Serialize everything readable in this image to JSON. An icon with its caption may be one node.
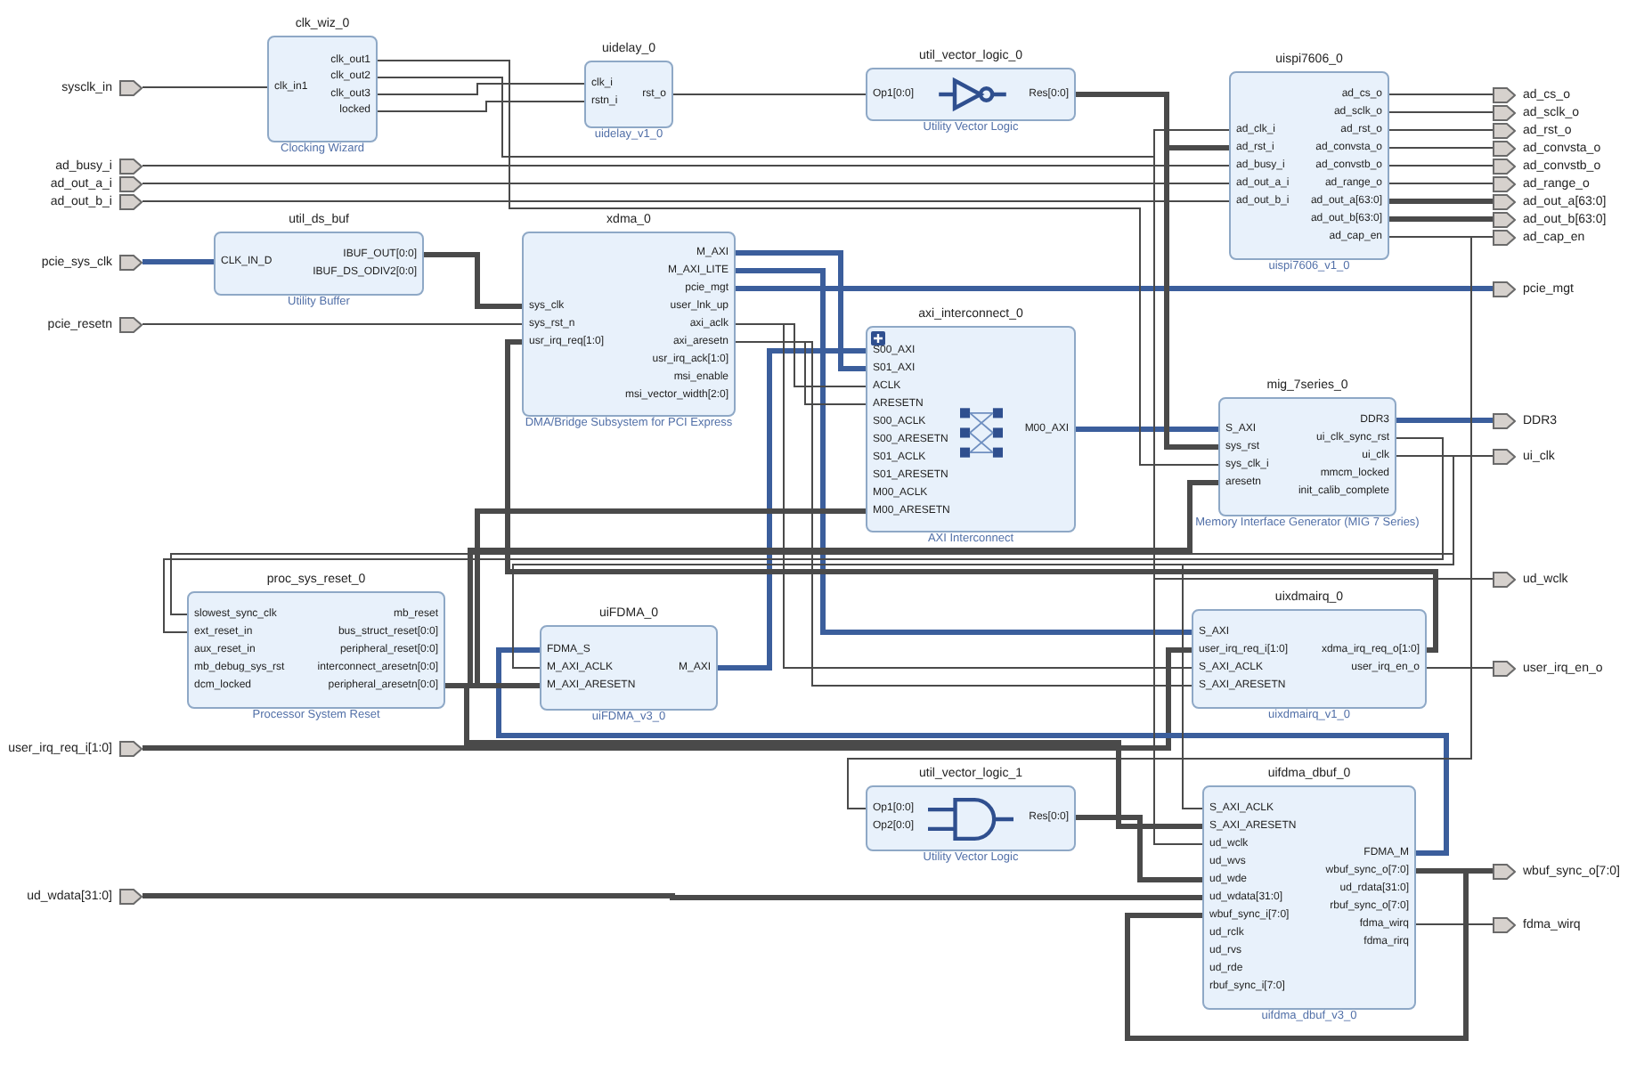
{
  "diagram": {
    "nodes": [
      {
        "text": [
          "clk_wiz_0",
          "clk_in1",
          "clk_out1",
          "clk_out2",
          "clk_out3",
          "locked"
        ],
        "beside": [
          "Clocking Wizard"
        ]
      },
      {
        "text": [
          "uidelay_0",
          "clk_i",
          "rstn_i",
          "rst_o"
        ],
        "beside": [
          "uidelay_v1_0"
        ]
      },
      {
        "text": [
          "util_vector_logic_0",
          "Op1[0:0]",
          "Res[0:0]"
        ],
        "beside": [
          "Utility Vector Logic"
        ]
      },
      {
        "text": [
          "uispi7606_0",
          "ad_clk_i",
          "ad_rst_i",
          "ad_busy_i",
          "ad_out_a_i",
          "ad_out_b_i",
          "ad_cs_o",
          "ad_sclk_o",
          "ad_rst_o",
          "ad_convsta_o",
          "ad_convstb_o",
          "ad_range_o",
          "ad_out_a[63:0]",
          "ad_out_b[63:0]",
          "ad_cap_en"
        ],
        "beside": [
          "uispi7606_v1_0"
        ]
      },
      {
        "text": [
          "util_ds_buf",
          "CLK_IN_D",
          "IBUF_OUT[0:0]",
          "IBUF_DS_ODIV2[0:0]"
        ],
        "beside": [
          "Utility Buffer"
        ]
      },
      {
        "text": [
          "xdma_0",
          "sys_clk",
          "sys_rst_n",
          "usr_irq_req[1:0]",
          "M_AXI",
          "M_AXI_LITE",
          "pcie_mgt",
          "user_lnk_up",
          "axi_aclk",
          "axi_aresetn",
          "usr_irq_ack[1:0]",
          "msi_enable",
          "msi_vector_width[2:0]"
        ],
        "beside": [
          "DMA/Bridge Subsystem for PCI Express"
        ]
      },
      {
        "text": [
          "axi_interconnect_0",
          "S00_AXI",
          "S01_AXI",
          "ACLK",
          "ARESETN",
          "S00_ACLK",
          "S00_ARESETN",
          "S01_ACLK",
          "S01_ARESETN",
          "M00_ACLK",
          "M00_ARESETN",
          "M00_AXI"
        ],
        "beside": [
          "AXI Interconnect"
        ]
      },
      {
        "text": [
          "mig_7series_0",
          "S_AXI",
          "sys_rst",
          "sys_clk_i",
          "aresetn",
          "DDR3",
          "ui_clk_sync_rst",
          "ui_clk",
          "mmcm_locked",
          "init_calib_complete"
        ],
        "beside": [
          "Memory Interface Generator (MIG 7 Series)"
        ]
      },
      {
        "text": [
          "proc_sys_reset_0",
          "slowest_sync_clk",
          "ext_reset_in",
          "aux_reset_in",
          "mb_debug_sys_rst",
          "dcm_locked",
          "mb_reset",
          "bus_struct_reset[0:0]",
          "peripheral_reset[0:0]",
          "interconnect_aresetn[0:0]",
          "peripheral_aresetn[0:0]"
        ],
        "beside": [
          "Processor System Reset"
        ]
      },
      {
        "text": [
          "uiFDMA_0",
          "FDMA_S",
          "M_AXI_ACLK",
          "M_AXI_ARESETN",
          "M_AXI"
        ],
        "beside": [
          "uiFDMA_v3_0"
        ]
      },
      {
        "text": [
          "uixdmairq_0",
          "S_AXI",
          "user_irq_req_i[1:0]",
          "S_AXI_ACLK",
          "S_AXI_ARESETN",
          "xdma_irq_req_o[1:0]",
          "user_irq_en_o"
        ],
        "beside": [
          "uixdmairq_v1_0"
        ]
      },
      {
        "text": [
          "util_vector_logic_1",
          "Op1[0:0]",
          "Op2[0:0]",
          "Res[0:0]"
        ],
        "beside": [
          "Utility Vector Logic"
        ]
      },
      {
        "text": [
          "uifdma_dbuf_0",
          "S_AXI_ACLK",
          "S_AXI_ARESETN",
          "ud_wclk",
          "ud_wvs",
          "ud_wde",
          "ud_wdata[31:0]",
          "wbuf_sync_i[7:0]",
          "ud_rclk",
          "ud_rvs",
          "ud_rde",
          "rbuf_sync_i[7:0]",
          "FDMA_M",
          "wbuf_sync_o[7:0]",
          "ud_rdata[31:0]",
          "rbuf_sync_o[7:0]",
          "fdma_wirq",
          "fdma_rirq"
        ],
        "beside": [
          "uifdma_dbuf_v3_0"
        ]
      },
      {
        "text": [
          "sysclk_in"
        ]
      },
      {
        "text": [
          "ad_busy_i"
        ]
      },
      {
        "text": [
          "ad_out_a_i"
        ]
      },
      {
        "text": [
          "ad_out_b_i"
        ]
      },
      {
        "text": [
          "pcie_sys_clk"
        ]
      },
      {
        "text": [
          "pcie_resetn"
        ]
      },
      {
        "text": [
          "user_irq_req_i[1:0]"
        ]
      },
      {
        "text": [
          "ud_wdata[31:0]"
        ]
      },
      {
        "text": [
          "ad_cs_o"
        ]
      },
      {
        "text": [
          "ad_sclk_o"
        ]
      },
      {
        "text": [
          "ad_rst_o"
        ]
      },
      {
        "text": [
          "ad_convsta_o"
        ]
      },
      {
        "text": [
          "ad_convstb_o"
        ]
      },
      {
        "text": [
          "ad_range_o"
        ]
      },
      {
        "text": [
          "ad_out_a[63:0]"
        ]
      },
      {
        "text": [
          "ad_out_b[63:0]"
        ]
      },
      {
        "text": [
          "ad_cap_en"
        ]
      },
      {
        "text": [
          "pcie_mgt"
        ]
      },
      {
        "text": [
          "DDR3"
        ]
      },
      {
        "text": [
          "ui_clk"
        ]
      },
      {
        "text": [
          "ud_wclk"
        ]
      },
      {
        "text": [
          "user_irq_en_o"
        ]
      },
      {
        "text": [
          "wbuf_sync_o[7:0]"
        ]
      },
      {
        "text": [
          "fdma_wirq"
        ]
      }
    ],
    "edges": [
      {
        "from": 13,
        "to": 0,
        "arrow": "none"
      },
      {
        "from": 0,
        "to": 1,
        "arrow": "none"
      },
      {
        "from": 0,
        "to": 1,
        "arrow": "none"
      },
      {
        "from": 1,
        "to": 2,
        "arrow": "none"
      },
      {
        "from": 2,
        "to": 3,
        "arrow": "none",
        "style": "thick"
      },
      {
        "from": 0,
        "to": 3,
        "arrow": "none"
      },
      {
        "from": 14,
        "to": 3,
        "arrow": "none"
      },
      {
        "from": 15,
        "to": 3,
        "arrow": "none"
      },
      {
        "from": 16,
        "to": 3,
        "arrow": "none"
      },
      {
        "from": 3,
        "to": 21,
        "arrow": "none"
      },
      {
        "from": 3,
        "to": 22,
        "arrow": "none"
      },
      {
        "from": 3,
        "to": 23,
        "arrow": "none"
      },
      {
        "from": 3,
        "to": 24,
        "arrow": "none"
      },
      {
        "from": 3,
        "to": 25,
        "arrow": "none"
      },
      {
        "from": 3,
        "to": 26,
        "arrow": "none"
      },
      {
        "from": 3,
        "to": 27,
        "arrow": "none",
        "style": "thick"
      },
      {
        "from": 3,
        "to": 28,
        "arrow": "none",
        "style": "thick"
      },
      {
        "from": 3,
        "to": 29,
        "arrow": "none"
      },
      {
        "from": 17,
        "to": 4,
        "arrow": "none",
        "style": "thick",
        "color": "#3b5e9c"
      },
      {
        "from": 4,
        "to": 5,
        "arrow": "none",
        "style": "thick"
      },
      {
        "from": 18,
        "to": 5,
        "arrow": "none"
      },
      {
        "from": 5,
        "to": 6,
        "arrow": "none",
        "style": "thick",
        "color": "#3b5e9c"
      },
      {
        "from": 5,
        "to": 10,
        "arrow": "none",
        "style": "thick",
        "color": "#3b5e9c"
      },
      {
        "from": 5,
        "to": 30,
        "arrow": "none",
        "style": "thick",
        "color": "#3b5e9c"
      },
      {
        "from": 9,
        "to": 6,
        "arrow": "none",
        "style": "thick",
        "color": "#3b5e9c"
      },
      {
        "from": 6,
        "to": 7,
        "arrow": "none",
        "style": "thick",
        "color": "#3b5e9c"
      },
      {
        "from": 7,
        "to": 31,
        "arrow": "none",
        "style": "thick",
        "color": "#3b5e9c"
      },
      {
        "from": 7,
        "to": 32,
        "arrow": "none"
      },
      {
        "from": 10,
        "to": 5,
        "arrow": "none",
        "style": "thick"
      },
      {
        "from": 10,
        "to": 34,
        "arrow": "none"
      },
      {
        "from": 19,
        "to": 10,
        "arrow": "none",
        "style": "thick"
      },
      {
        "from": 20,
        "to": 12,
        "arrow": "none",
        "style": "thick"
      },
      {
        "from": 12,
        "to": 9,
        "arrow": "none",
        "style": "thick",
        "color": "#3b5e9c"
      },
      {
        "from": 12,
        "to": 35,
        "arrow": "none",
        "style": "thick"
      },
      {
        "from": 12,
        "to": 12,
        "arrow": "none",
        "style": "thick"
      },
      {
        "from": 12,
        "to": 36,
        "arrow": "none"
      },
      {
        "from": 11,
        "to": 12,
        "arrow": "none",
        "style": "thick"
      },
      {
        "from": 3,
        "to": 11,
        "arrow": "none"
      },
      {
        "from": 5,
        "to": 6,
        "arrow": "none"
      },
      {
        "from": 5,
        "to": 6,
        "arrow": "none"
      },
      {
        "from": 5,
        "to": 10,
        "arrow": "none"
      },
      {
        "from": 5,
        "to": 10,
        "arrow": "none"
      },
      {
        "from": 7,
        "to": 8,
        "arrow": "none"
      },
      {
        "from": 7,
        "to": 8,
        "arrow": "none"
      },
      {
        "from": 8,
        "to": 6,
        "arrow": "none",
        "style": "thick"
      },
      {
        "from": 8,
        "to": 9,
        "arrow": "none",
        "style": "thick"
      },
      {
        "from": 7,
        "to": 9,
        "arrow": "none"
      },
      {
        "from": 7,
        "to": 12,
        "arrow": "none"
      },
      {
        "from": 8,
        "to": 12,
        "arrow": "none",
        "style": "thick"
      },
      {
        "from": 8,
        "to": 7,
        "arrow": "none",
        "style": "thick"
      },
      {
        "from": 0,
        "to": 7,
        "arrow": "none"
      },
      {
        "from": 0,
        "to": 33,
        "arrow": "none"
      },
      {
        "from": 0,
        "to": 12,
        "arrow": "none"
      },
      {
        "from": 2,
        "to": 7,
        "arrow": "none",
        "style": "thick"
      }
    ]
  }
}
